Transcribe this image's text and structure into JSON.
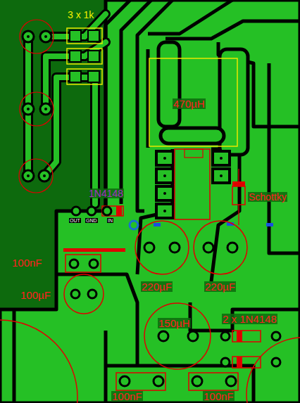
{
  "diagram": {
    "labels": [
      "3 x 1k",
      "470µH",
      "1N4148",
      "OUT",
      "GND",
      "IN",
      "Schottky",
      "100nF",
      "100µF",
      "220µF",
      "220µF",
      "150µH",
      "2 x 1N4148",
      "100nF",
      "100nF"
    ]
  }
}
